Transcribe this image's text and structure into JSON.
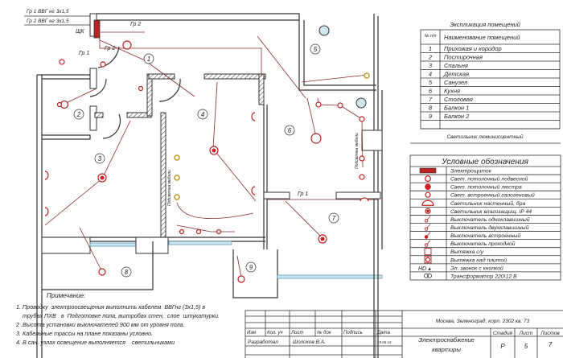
{
  "plan": {
    "group_cables": [
      "Гр 1  ВВГ нг 3х1,5",
      "Гр 2  ВВГ нг 3х1,5"
    ],
    "panel_label": "ЩК",
    "group_labels": {
      "gr1": "Гр 1",
      "gr2": "Гр 2"
    },
    "rooms": [
      "1",
      "2",
      "3",
      "4",
      "5",
      "6",
      "7",
      "8",
      "9"
    ],
    "furniture_light_label": "Подсветка мебели"
  },
  "explication": {
    "title": "Экспликация помещений",
    "col_num": "№ п/п",
    "col_name": "Наименование помещений",
    "rows": [
      {
        "n": "1",
        "name": "Прихожая и коридор"
      },
      {
        "n": "2",
        "name": "Постирочная"
      },
      {
        "n": "3",
        "name": "Спальня"
      },
      {
        "n": "4",
        "name": "Детская"
      },
      {
        "n": "5",
        "name": "Санузел"
      },
      {
        "n": "6",
        "name": "Кухня"
      },
      {
        "n": "7",
        "name": "Столовая"
      },
      {
        "n": "8",
        "name": "Балкон 1"
      },
      {
        "n": "9",
        "name": "Балкон 2"
      }
    ],
    "fluorescent_caption": "Светильник люминисцентный"
  },
  "legend": {
    "title": "Условные обозначения",
    "items": [
      {
        "icon": "panel-icon",
        "label": "Электрощиток"
      },
      {
        "icon": "pendant-lamp-icon",
        "label": "Свет. потолочный подвесной"
      },
      {
        "icon": "chandelier-icon",
        "label": "Свет. потолочный люстра"
      },
      {
        "icon": "halogen-lamp-icon",
        "label": "Свет. встроенный  галогеновый"
      },
      {
        "icon": "wall-lamp-icon",
        "label": "Светильник  настенный, бра"
      },
      {
        "icon": "waterproof-lamp-icon",
        "label": "Светильник  влагозащищ.  IP 44"
      },
      {
        "icon": "switch-single-icon",
        "label": "Выключатель  одноклавишный"
      },
      {
        "icon": "switch-double-icon",
        "label": "Выключатель  двухклавишный"
      },
      {
        "icon": "switch-builtin-icon",
        "label": "Выключатель  встроенный"
      },
      {
        "icon": "switch-passthrough-icon",
        "label": "Выключатель проходной"
      },
      {
        "icon": "exhaust-wc-icon",
        "label": "Вытяжка   с/у"
      },
      {
        "icon": "exhaust-hood-icon",
        "label": "Вытяжка   над плитой"
      },
      {
        "icon": "doorbell-icon",
        "label": "Эл. звонок с кнопкой"
      },
      {
        "icon": "transformer-icon",
        "label": "Трансформатор  220\\12 В"
      }
    ]
  },
  "notes": {
    "title": "Примечание:",
    "lines": [
      "1. Проводку  электроосвещения выполнить кабелем  ВВГнг (3х1,5) в",
      "    трубах ПХВ   в  Подготовке пола, вштробах стен,  слое  штукатурки.",
      "2 .Высота установки выключателей 900 мм от уровня пола.",
      "3. Кабельные трассы на плане показаны условно.",
      "4. В сан. узлах освещение выполняется    светильниками"
    ]
  },
  "title_block": {
    "address": "Москва, Зеленоград, корп. 2302 кв. 73",
    "headers": [
      "Изм",
      "Кол. уч",
      "Лист",
      "№ док",
      "Подпись",
      "Дата"
    ],
    "developed_label": "Разработал",
    "developer": "Шолохов В.А.",
    "date": "15.06.14",
    "drawing_title": [
      "Электроснабжение",
      "квартиры"
    ],
    "stage_header": "Стадия",
    "sheet_header": "Лист",
    "sheets_header": "Листов",
    "stage": "Р",
    "sheet": "5",
    "sheets": "7"
  }
}
